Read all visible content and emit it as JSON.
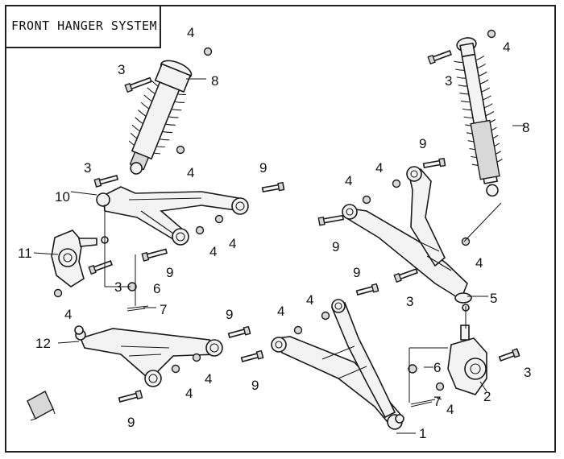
{
  "title": "FRONT HANGER SYSTEM",
  "parts": {
    "p1": "1",
    "p2": "2",
    "p3": "3",
    "p4": "4",
    "p5": "5",
    "p6": "6",
    "p7": "7",
    "p8": "8",
    "p9": "9",
    "p10": "10",
    "p11": "11",
    "p12": "12"
  }
}
